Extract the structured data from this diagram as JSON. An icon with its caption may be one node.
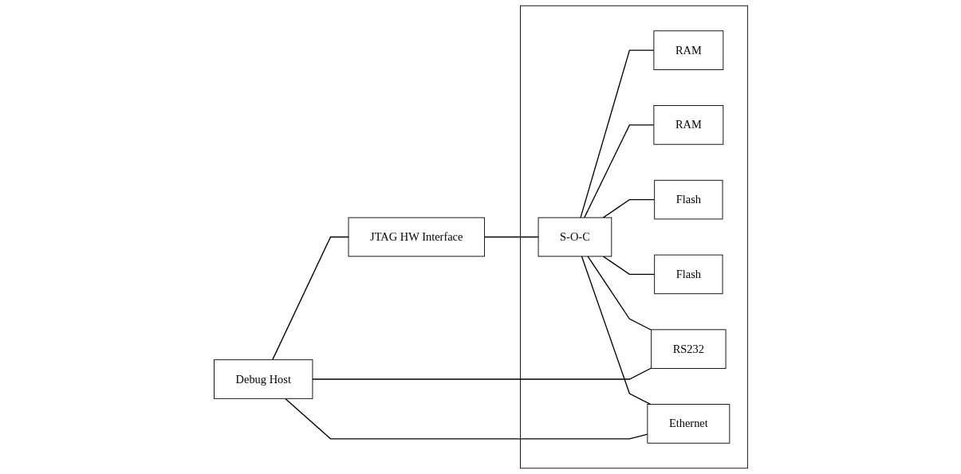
{
  "diagram": {
    "nodes": [
      {
        "text": [
          "Debug Host"
        ]
      },
      {
        "text": [
          "JTAG HW Interface"
        ]
      },
      {
        "text": [],
        "shape": "box"
      },
      {
        "text": [
          "S-O-C"
        ],
        "in": 2
      },
      {
        "text": [
          "RAM"
        ],
        "in": 2
      },
      {
        "text": [
          "RAM"
        ],
        "in": 2
      },
      {
        "text": [
          "Flash"
        ],
        "in": 2
      },
      {
        "text": [
          "Flash"
        ],
        "in": 2
      },
      {
        "text": [
          "RS232"
        ],
        "in": 2
      },
      {
        "text": [
          "Ethernet"
        ],
        "in": 2
      }
    ],
    "edges": [
      {
        "from": 0,
        "to": 1,
        "arrow": "none"
      },
      {
        "from": 1,
        "to": 3,
        "arrow": "none"
      },
      {
        "from": 3,
        "to": 4,
        "arrow": "none"
      },
      {
        "from": 3,
        "to": 5,
        "arrow": "none"
      },
      {
        "from": 3,
        "to": 6,
        "arrow": "none"
      },
      {
        "from": 3,
        "to": 7,
        "arrow": "none"
      },
      {
        "from": 3,
        "to": 8,
        "arrow": "none"
      },
      {
        "from": 3,
        "to": 9,
        "arrow": "none"
      },
      {
        "from": 0,
        "to": 8,
        "arrow": "none"
      },
      {
        "from": 0,
        "to": 9,
        "arrow": "none"
      }
    ]
  }
}
